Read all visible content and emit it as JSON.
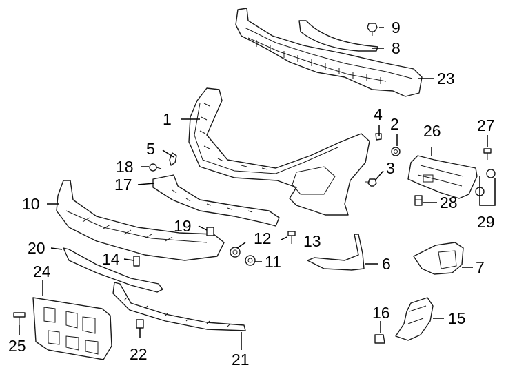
{
  "diagram": {
    "labels": [
      {
        "id": "1",
        "text": "1"
      },
      {
        "id": "2",
        "text": "2"
      },
      {
        "id": "3",
        "text": "3"
      },
      {
        "id": "4",
        "text": "4"
      },
      {
        "id": "5",
        "text": "5"
      },
      {
        "id": "6",
        "text": "6"
      },
      {
        "id": "7",
        "text": "7"
      },
      {
        "id": "8",
        "text": "8"
      },
      {
        "id": "9",
        "text": "9"
      },
      {
        "id": "10",
        "text": "10"
      },
      {
        "id": "11",
        "text": "11"
      },
      {
        "id": "12",
        "text": "12"
      },
      {
        "id": "13",
        "text": "13"
      },
      {
        "id": "14",
        "text": "14"
      },
      {
        "id": "15",
        "text": "15"
      },
      {
        "id": "16",
        "text": "16"
      },
      {
        "id": "17",
        "text": "17"
      },
      {
        "id": "18",
        "text": "18"
      },
      {
        "id": "19",
        "text": "19"
      },
      {
        "id": "20",
        "text": "20"
      },
      {
        "id": "21",
        "text": "21"
      },
      {
        "id": "22",
        "text": "22"
      },
      {
        "id": "23",
        "text": "23"
      },
      {
        "id": "24",
        "text": "24"
      },
      {
        "id": "25",
        "text": "25"
      },
      {
        "id": "26",
        "text": "26"
      },
      {
        "id": "27",
        "text": "27"
      },
      {
        "id": "28",
        "text": "28"
      },
      {
        "id": "29",
        "text": "29"
      }
    ],
    "colors": {
      "line": "#000000",
      "background": "#ffffff"
    }
  }
}
